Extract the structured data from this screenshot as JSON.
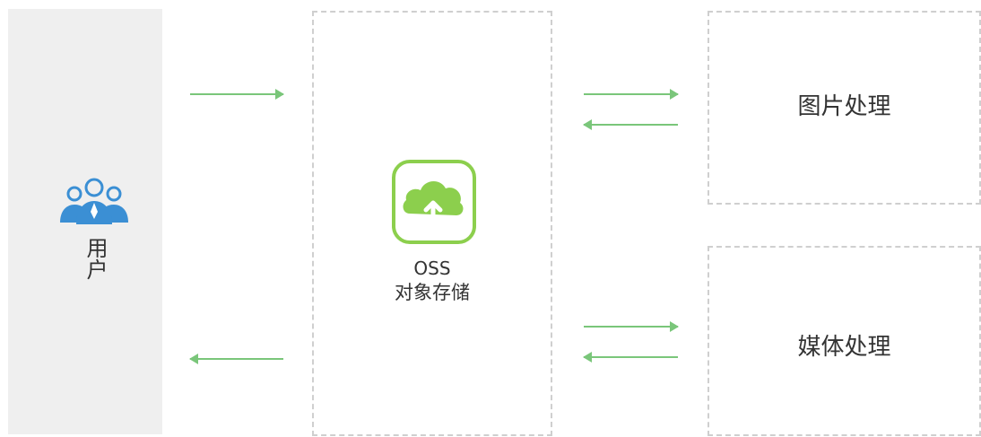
{
  "user": {
    "label": "用户"
  },
  "oss": {
    "title": "OSS",
    "subtitle": "对象存储"
  },
  "services": {
    "image_processing": "图片处理",
    "media_processing": "媒体处理"
  },
  "colors": {
    "arrow": "#7ac67a",
    "oss_green": "#8ccf4d",
    "users_blue": "#3b8fd4",
    "panel_gray": "#efefef",
    "dashed_border": "#cfcfcf"
  }
}
